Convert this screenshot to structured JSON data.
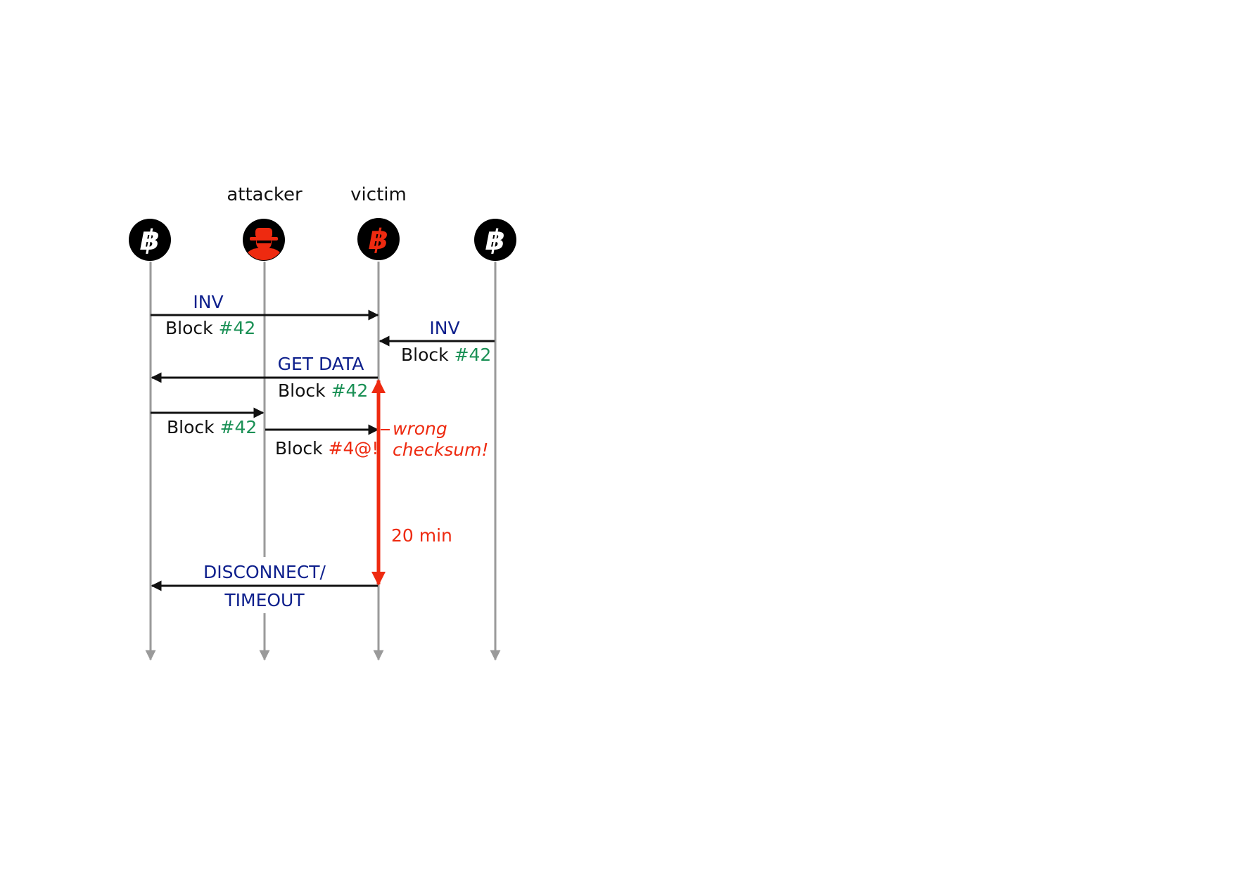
{
  "colors": {
    "lifeline": "#9a9a9a",
    "arrow": "#111111",
    "node": "#000000",
    "bitcoin_white": "#ffffff",
    "accent_red": "#ee2a10",
    "msg_blue": "#0d1f8c",
    "block_green": "#1a9055"
  },
  "actors": [
    {
      "id": "peer-left",
      "label": "",
      "icon": "bitcoin-icon"
    },
    {
      "id": "attacker",
      "label": "attacker",
      "icon": "hacker-icon"
    },
    {
      "id": "victim",
      "label": "victim",
      "icon": "bitcoin-red-icon"
    },
    {
      "id": "peer-right",
      "label": "",
      "icon": "bitcoin-icon"
    }
  ],
  "messages": {
    "inv1": {
      "name": "INV",
      "block_word": "Block",
      "block_no": "#42"
    },
    "inv2": {
      "name": "INV",
      "block_word": "Block",
      "block_no": "#42"
    },
    "getdata": {
      "name": "GET DATA",
      "block_word": "Block",
      "block_no": "#42"
    },
    "forward": {
      "block_word": "Block",
      "block_no": "#42"
    },
    "tampered": {
      "block_word": "Block",
      "block_no": "#4@!"
    },
    "disconnect": {
      "line1": "DISCONNECT/",
      "line2": "TIMEOUT"
    }
  },
  "annotations": {
    "wrong_checksum_line1": "wrong",
    "wrong_checksum_line2": "checksum!",
    "timeout": "20 min"
  }
}
